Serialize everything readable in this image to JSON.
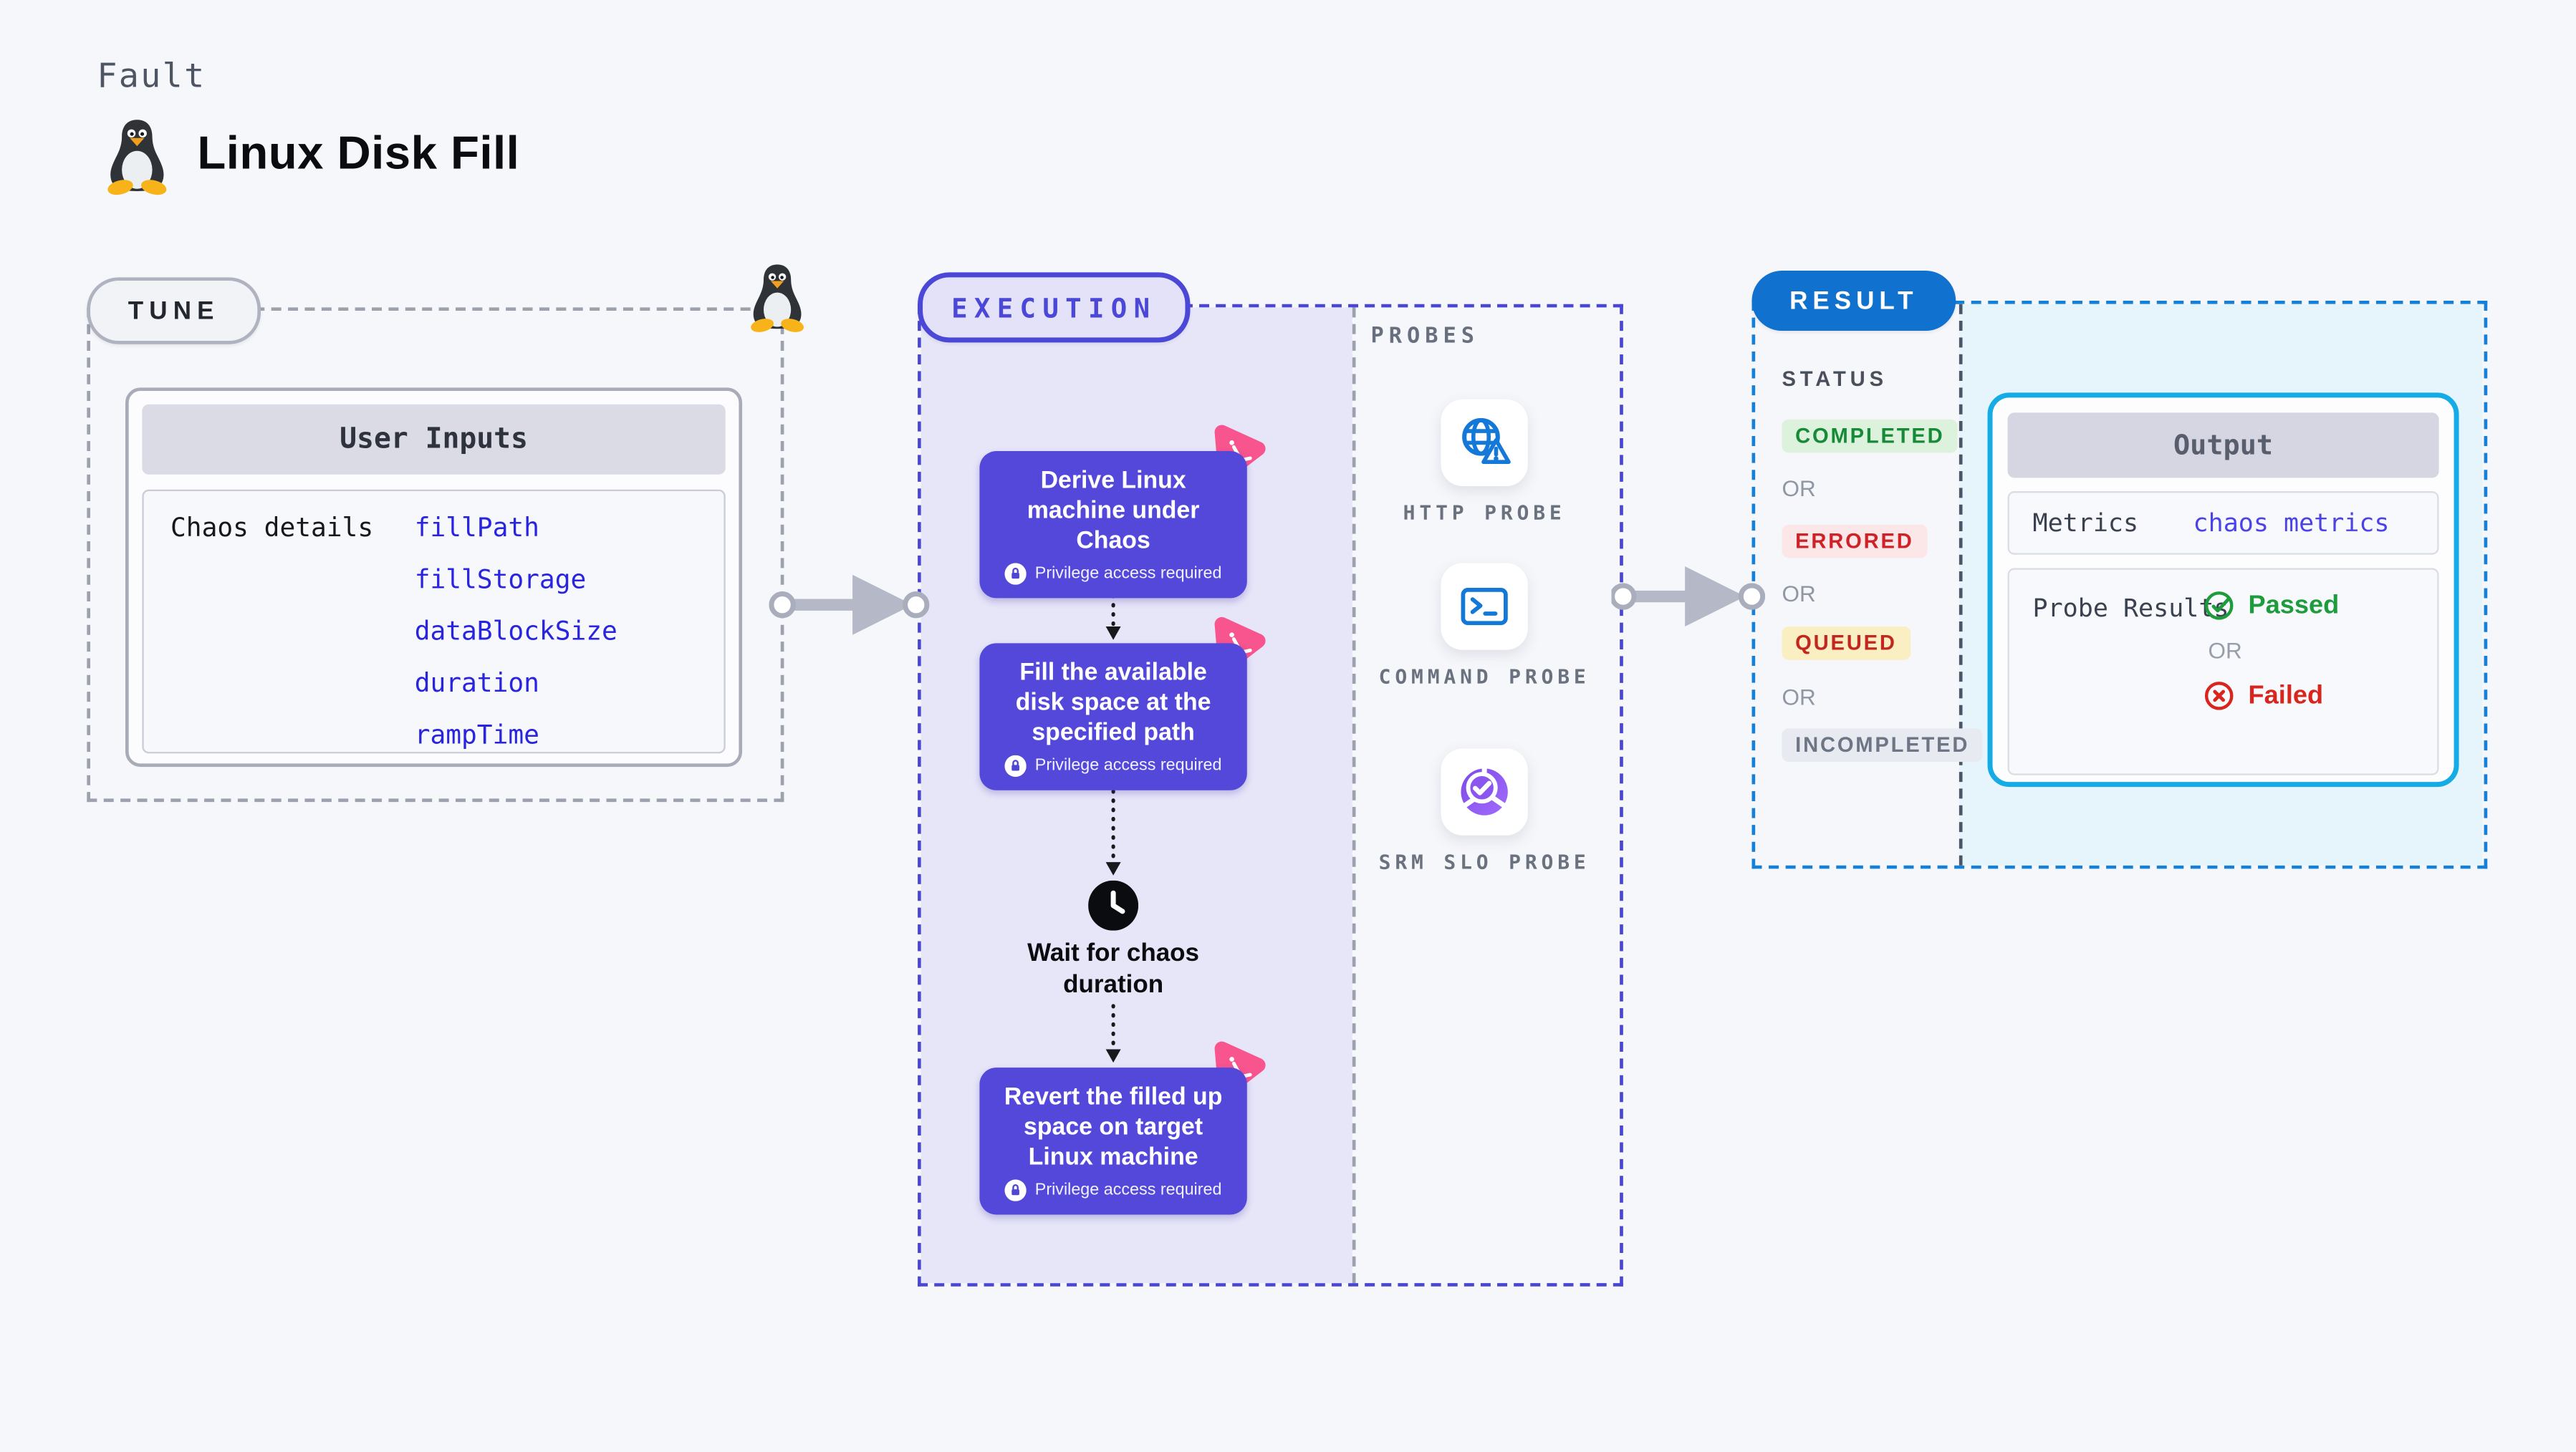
{
  "page": {
    "fault_label": "Fault",
    "title": "Linux Disk Fill"
  },
  "tune": {
    "section_label": "TUNE",
    "card_title": "User Inputs",
    "row_label": "Chaos details",
    "inputs": [
      "fillPath",
      "fillStorage",
      "dataBlockSize",
      "duration",
      "rampTime"
    ]
  },
  "execution": {
    "section_label": "EXECUTION",
    "nodes": [
      {
        "title": "Derive Linux machine under Chaos",
        "privilege_note": "Privilege access required"
      },
      {
        "title": "Fill the available disk space at the specified path",
        "privilege_note": "Privilege access required"
      },
      {
        "title": "Revert the filled up space on target Linux machine",
        "privilege_note": "Privilege access required"
      }
    ],
    "wait_label": "Wait for chaos duration"
  },
  "probes": {
    "section_label": "PROBES",
    "items": [
      {
        "label": "HTTP PROBE",
        "icon": "globe-alert-icon"
      },
      {
        "label": "COMMAND PROBE",
        "icon": "terminal-icon"
      },
      {
        "label": "SRM SLO PROBE",
        "icon": "slo-donut-icon"
      }
    ]
  },
  "result": {
    "section_label": "RESULT",
    "status_label": "STATUS",
    "or_label": "OR",
    "statuses": [
      {
        "label": "COMPLETED",
        "text_color": "#178A37",
        "bg_color": "#DCF2DD"
      },
      {
        "label": "ERRORED",
        "text_color": "#CF2128",
        "bg_color": "#FBE7E7"
      },
      {
        "label": "QUEUED",
        "text_color": "#C3261F",
        "bg_color": "#FAEEC3"
      },
      {
        "label": "INCOMPLETED",
        "text_color": "#6E7585",
        "bg_color": "#E8EAF1"
      }
    ],
    "output": {
      "title": "Output",
      "metrics_label": "Metrics",
      "metrics_link": "chaos metrics",
      "probe_results_label": "Probe Results",
      "passed_label": "Passed",
      "or_label": "OR",
      "failed_label": "Failed"
    }
  },
  "colors": {
    "page_bg": "#F6F7FA",
    "node_purple": "#5348DA",
    "execution_lavender": "#E7E6F9",
    "execution_border": "#4946D3",
    "tune_border": "#9BA1AD",
    "result_border": "#1580D8",
    "result_pill_blue": "#1171CE",
    "result_cyan_bg": "#E6F4FC",
    "output_border_cyan": "#15ABE5",
    "input_link_blue": "#2824E0",
    "metrics_link_blue": "#4B43E8",
    "probe_icon_blue": "#1478D8",
    "slo_purple": "#8A56EF",
    "badge_pink": "#F8548E",
    "passed_green": "#1D9C3C",
    "failed_red": "#D8251D"
  }
}
